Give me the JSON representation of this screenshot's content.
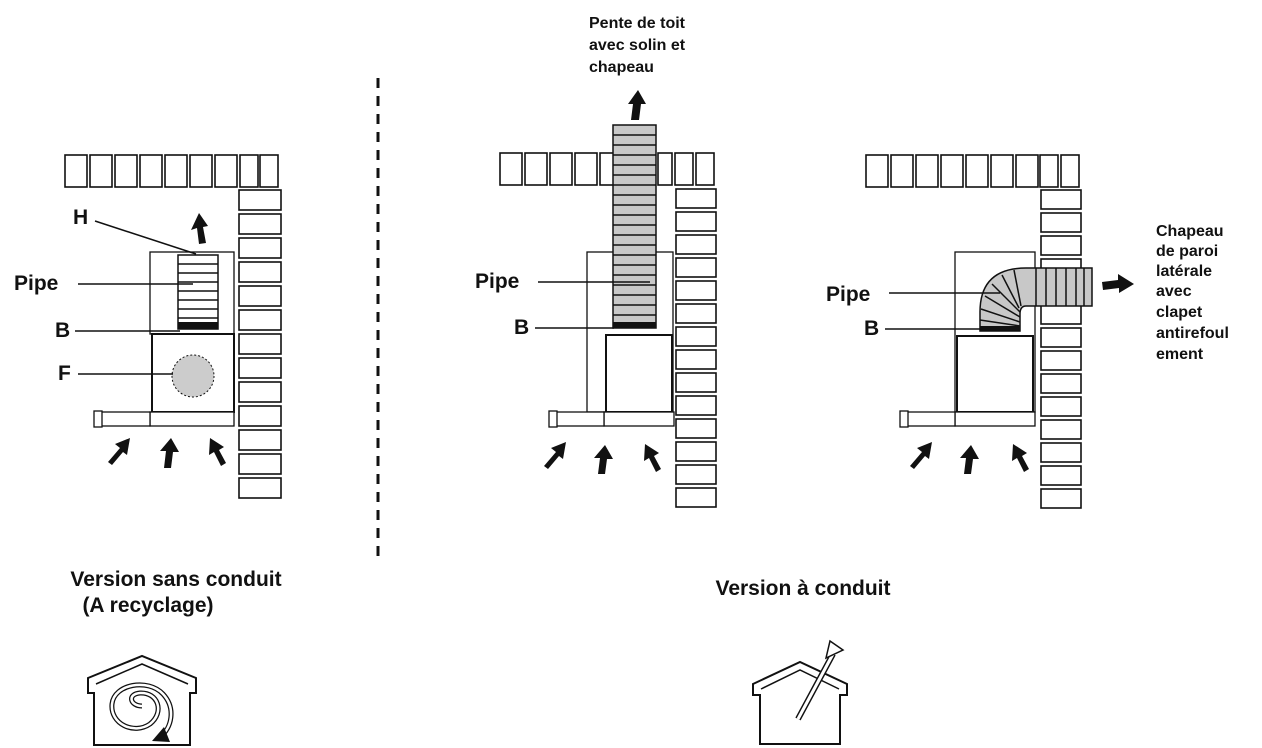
{
  "divider": "dashed-vertical",
  "left_panel": {
    "label_h": "H",
    "label_pipe": "Pipe",
    "label_b": "B",
    "label_f": "F",
    "caption_line1": "Version sans conduit",
    "caption_line2": "(A recyclage)",
    "icon": "recirculation-house-icon"
  },
  "middle_panel": {
    "top_note_line1": "Pente de toit",
    "top_note_line2": "avec solin et",
    "top_note_line3": "chapeau",
    "label_pipe": "Pipe",
    "label_b": "B"
  },
  "right_panel": {
    "label_pipe": "Pipe",
    "label_b": "B",
    "side_note_line1": "Chapeau",
    "side_note_line2": "de paroi",
    "side_note_line3": "latérale",
    "side_note_line4": "avec",
    "side_note_line5": "clapet",
    "side_note_line6": "antirefoul",
    "side_note_line7": "ement"
  },
  "ducted_caption": "Version à conduit",
  "ducted_icon": "ducted-house-icon",
  "colors": {
    "ink": "#111111",
    "duct_fill": "#c8c8c8",
    "filter_fill": "#cccccc"
  }
}
